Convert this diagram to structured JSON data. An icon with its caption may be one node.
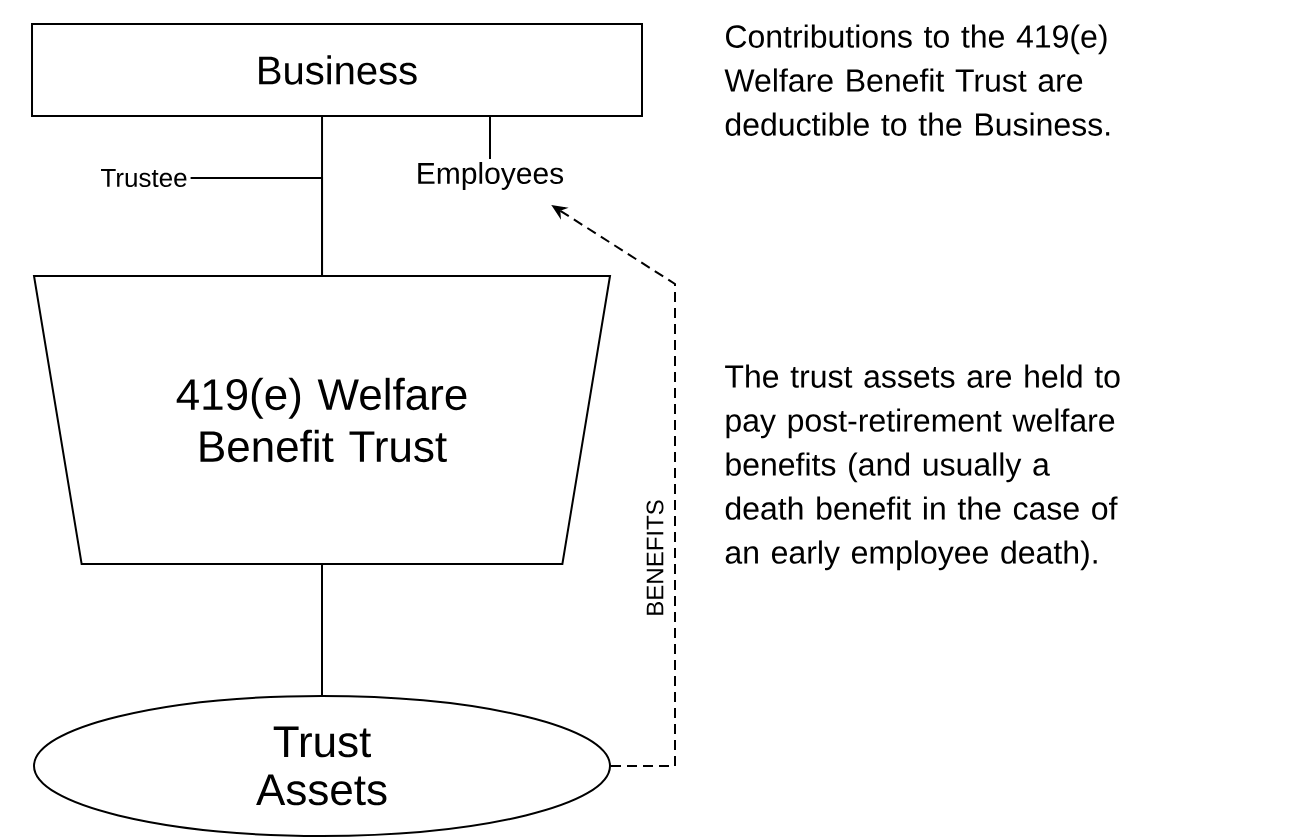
{
  "diagram": {
    "nodes": [
      {
        "text": [
          "Business"
        ]
      },
      {
        "text": [
          "Trustee"
        ]
      },
      {
        "text": [
          "Employees"
        ]
      },
      {
        "text": [
          "419(e) Welfare Benefit Trust"
        ]
      },
      {
        "text": [
          "Trust Assets"
        ]
      }
    ],
    "edges": [
      {
        "from": 0,
        "to": 3,
        "arrow": "none"
      },
      {
        "from": 1,
        "to": 3,
        "arrow": "none"
      },
      {
        "from": 0,
        "to": 2,
        "arrow": "none"
      },
      {
        "from": 3,
        "to": 4,
        "arrow": "none"
      },
      {
        "from": 4,
        "to": 2,
        "arrow": "to",
        "style": "dashed",
        "label": "BENEFITS"
      }
    ],
    "labels": [
      "Contributions to the 419(e) Welfare Benefit Trust are deductible to the Business.",
      "The trust assets are held to pay post-retirement welfare benefits (and usually a death benefit in the case of an early employee death)."
    ]
  }
}
